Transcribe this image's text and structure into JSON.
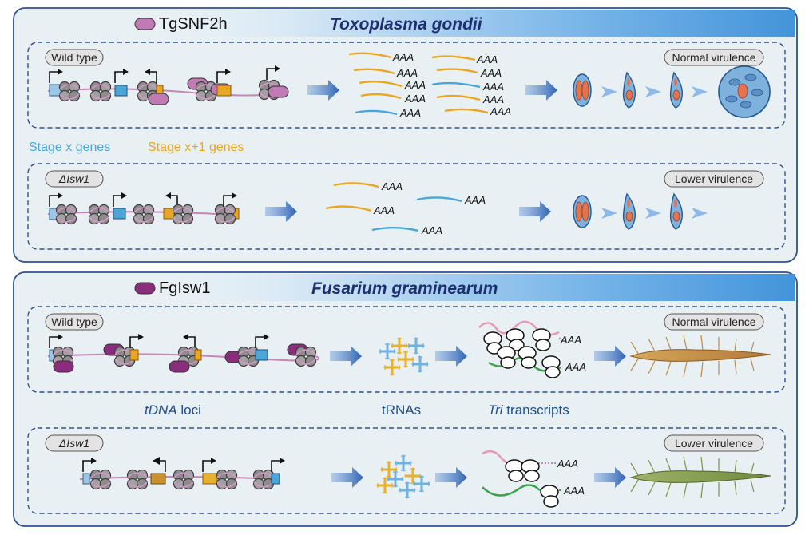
{
  "colors": {
    "panel_bg": "#e8f0f3",
    "panel_border": "#2d5192",
    "header_gradient_start": "#e3eef6",
    "header_gradient_end": "#3a8fd9",
    "dash": "#2d5192",
    "stage_x": "#4aa6d9",
    "stage_x1": "#e8a622",
    "dna": "#c487b8",
    "protein_toxo": "#c27ab6",
    "protein_fus": "#8a2d7d",
    "arrow": "#3e72c0",
    "nucleosome": "#8d8a8c",
    "label_blue": "#1f4e8a"
  },
  "toxo": {
    "legend": "TgSNF2h",
    "title": "Toxoplasma gondii",
    "wt_pill": "Wild type",
    "wt_outcome": "Normal virulence",
    "mut_pill": "ΔIsw1",
    "mut_outcome": "Lower virulence",
    "stage_x_label": "Stage x genes",
    "stage_x1_label": "Stage x+1 genes"
  },
  "fus": {
    "legend": "FgIsw1",
    "title": "Fusarium graminearum",
    "wt_pill": "Wild type",
    "wt_outcome": "Normal virulence",
    "mut_pill": "ΔIsw1",
    "mut_outcome": "Lower virulence",
    "label_tdna_italic": "tDNA",
    "label_tdna_rest": " loci",
    "label_trna": "tRNAs",
    "label_tri_italic": "Tri",
    "label_tri_rest": " transcripts"
  },
  "polyA": "AAA",
  "icons": [
    "nucleosome-icon",
    "gene-box-icon",
    "tss-arrow-icon",
    "mrna-icon",
    "trna-icon",
    "ribosome-icon",
    "parasite-icon",
    "wheat-spike-icon",
    "flow-arrow-icon"
  ]
}
